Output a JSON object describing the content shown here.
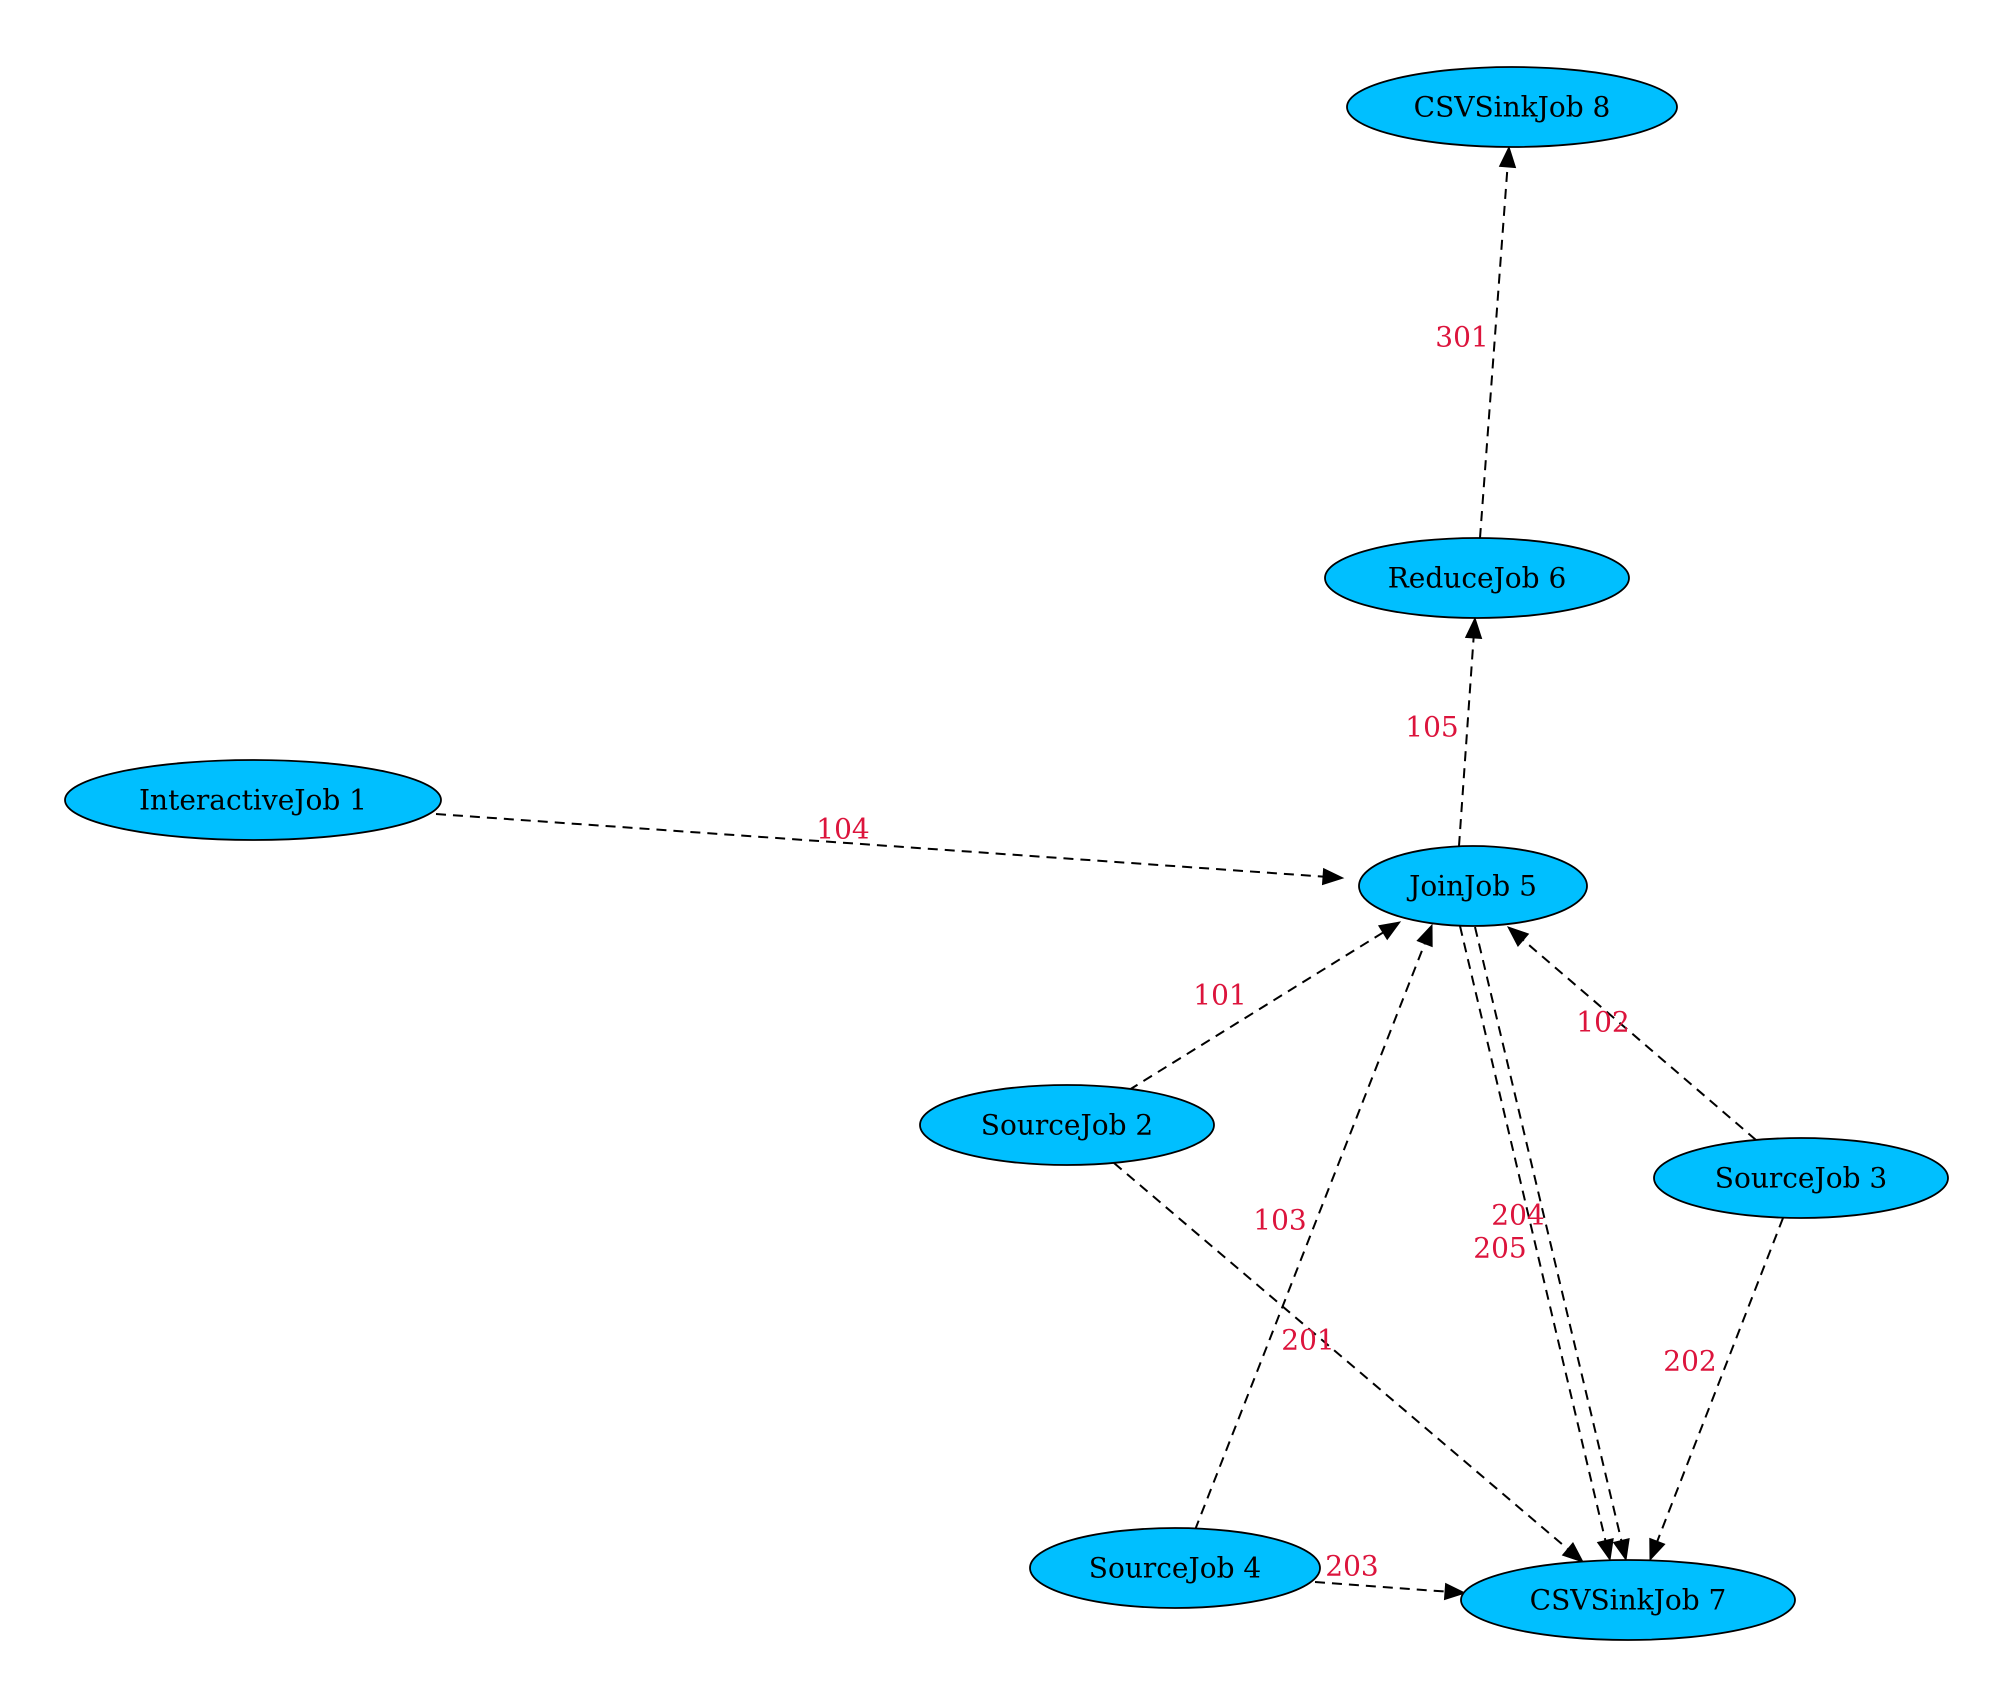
{
  "colors": {
    "node_fill": "#00bfff",
    "node_stroke": "#000000",
    "edge": "#000000",
    "edge_label": "#dc143c"
  },
  "nodes": [
    {
      "id": "n1",
      "label": "InteractiveJob 1"
    },
    {
      "id": "n2",
      "label": "SourceJob 2"
    },
    {
      "id": "n3",
      "label": "SourceJob 3"
    },
    {
      "id": "n4",
      "label": "SourceJob 4"
    },
    {
      "id": "n5",
      "label": "JoinJob 5"
    },
    {
      "id": "n6",
      "label": "ReduceJob 6"
    },
    {
      "id": "n7",
      "label": "CSVSinkJob 7"
    },
    {
      "id": "n8",
      "label": "CSVSinkJob 8"
    }
  ],
  "edges": [
    {
      "id": "e104",
      "from": "n1",
      "to": "n5",
      "label": "104"
    },
    {
      "id": "e101",
      "from": "n2",
      "to": "n5",
      "label": "101"
    },
    {
      "id": "e102",
      "from": "n3",
      "to": "n5",
      "label": "102"
    },
    {
      "id": "e103",
      "from": "n4",
      "to": "n5",
      "label": "103"
    },
    {
      "id": "e105",
      "from": "n5",
      "to": "n6",
      "label": "105"
    },
    {
      "id": "e301",
      "from": "n6",
      "to": "n8",
      "label": "301"
    },
    {
      "id": "e201",
      "from": "n2",
      "to": "n7",
      "label": "201"
    },
    {
      "id": "e202",
      "from": "n3",
      "to": "n7",
      "label": "202"
    },
    {
      "id": "e203",
      "from": "n4",
      "to": "n7",
      "label": "203"
    },
    {
      "id": "e204",
      "from": "n5",
      "to": "n7",
      "label": "204"
    },
    {
      "id": "e205",
      "from": "n5",
      "to": "n7",
      "label": "205"
    }
  ]
}
